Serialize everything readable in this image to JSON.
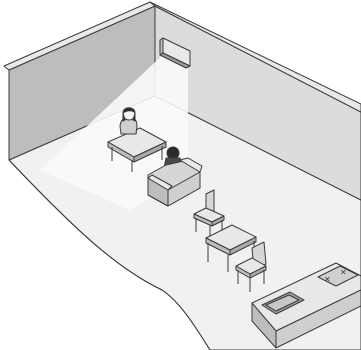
{
  "scene": {
    "colors": {
      "background": "#ffffff",
      "floor": "#f1f1f1",
      "outline": "#3a3a3a",
      "left_wall": "#bdbdbd",
      "back_wall": "#dcdcdc",
      "wall_top": "#e9e9e9",
      "light_beam": "#fafafa",
      "furniture": "#cfcfcf",
      "furniture_dark": "#a9a9a9",
      "furniture_top": "#e8e8e8",
      "hair": "#2a2a2a",
      "skin": "#f7f7f7",
      "sink_basin": "#9c9c9c"
    },
    "objects": [
      "air-conditioner-unit",
      "dining-table",
      "person-at-table",
      "armchair",
      "person-in-armchair",
      "chair-front",
      "small-table",
      "chair-back",
      "kitchen-counter",
      "sink",
      "stove"
    ]
  }
}
